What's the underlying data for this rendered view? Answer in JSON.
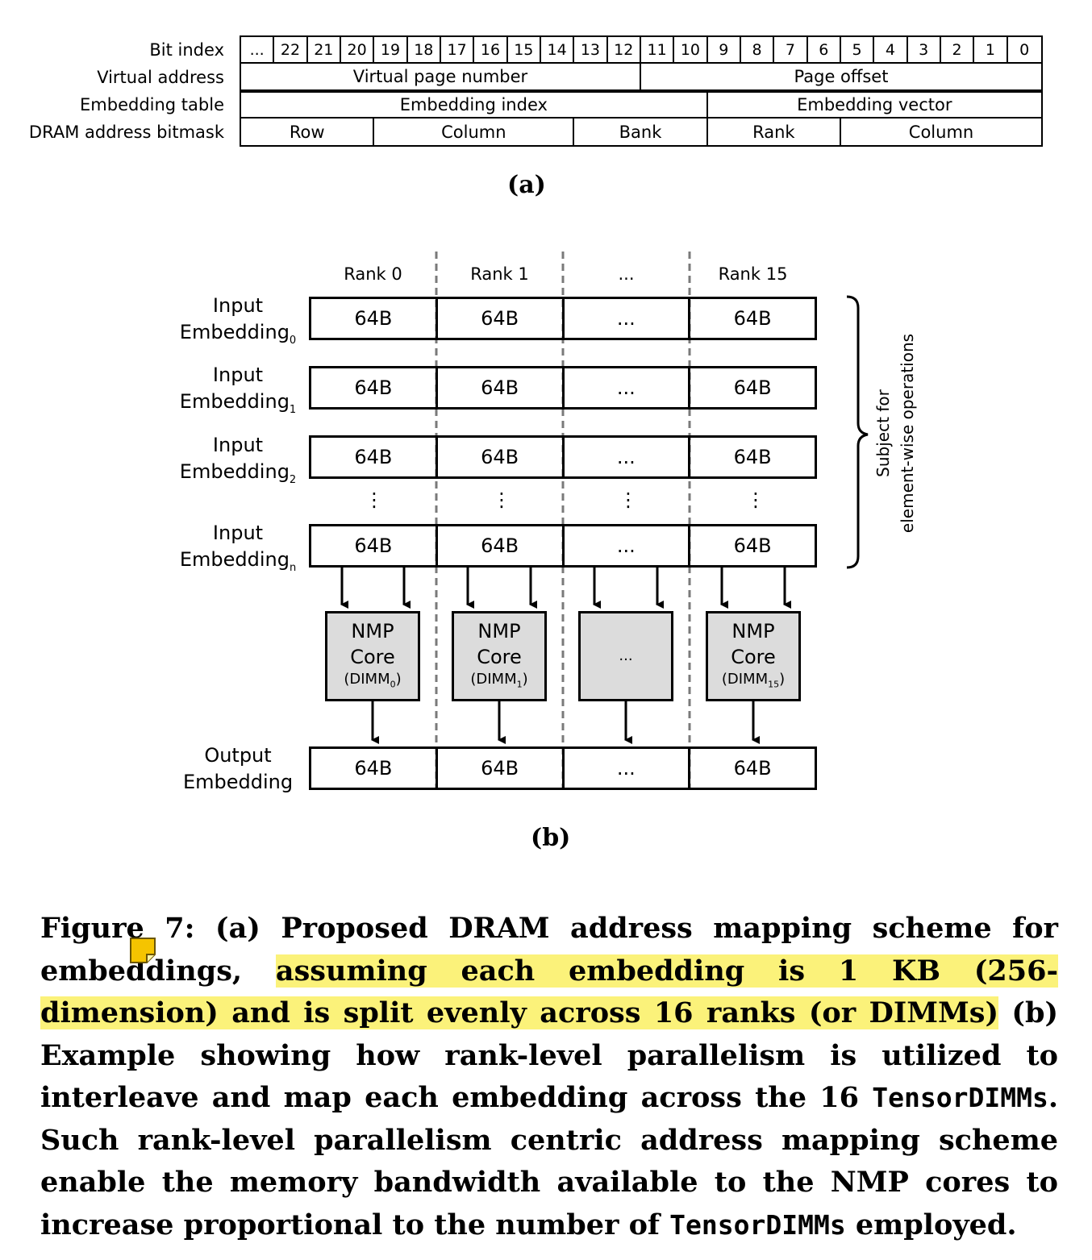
{
  "fig_a": {
    "row_labels": [
      "Bit index",
      "Virtual address",
      "Embedding table",
      "DRAM address bitmask"
    ],
    "bits": [
      "...",
      "22",
      "21",
      "20",
      "19",
      "18",
      "17",
      "16",
      "15",
      "14",
      "13",
      "12",
      "11",
      "10",
      "9",
      "8",
      "7",
      "6",
      "5",
      "4",
      "3",
      "2",
      "1",
      "0"
    ],
    "virtual_address": [
      "Virtual page number",
      "Page offset"
    ],
    "embedding_table": [
      "Embedding index",
      "Embedding vector"
    ],
    "dram_bitmask": [
      "Row",
      "Column",
      "Bank",
      "Rank",
      "Column"
    ],
    "sublabel": "(a)"
  },
  "fig_b": {
    "ranks": [
      "Rank 0",
      "Rank 1",
      "...",
      "Rank 15"
    ],
    "input_label": "Input",
    "embedding_word": "Embedding",
    "input_subscripts": [
      "0",
      "1",
      "2",
      "n"
    ],
    "cell_text": "64B",
    "ellipsis": "...",
    "vdots": "⋮",
    "core_line1": "NMP",
    "core_line2": "Core",
    "core_dimm": "(DIMM",
    "core_subscripts": [
      "0",
      "1",
      "15"
    ],
    "core_close": ")",
    "output_line1": "Output",
    "output_line2": "Embedding",
    "brace_line1": "Subject for",
    "brace_line2": "element-wise operations",
    "sublabel": "(b)"
  },
  "caption": {
    "part1": "Figure 7: (a) Proposed DRAM address mapping scheme for embeddings, ",
    "highlight": "assuming each embedding is 1 KB (256-dimension) and is split evenly across 16 ranks (or DIMMs)",
    "part2": " (b) Example showing how rank-level parallelism is utilized to interleave and map each embedding across the 16 ",
    "mono1": "TensorDIMMs",
    "part3": ". Such rank-level parallelism centric address mapping scheme enable the memory bandwidth available to the NMP cores to increase proportional to the number of ",
    "mono2": "TensorDIMMs",
    "part4": " employed."
  },
  "colors": {
    "highlight": "#fbf27a",
    "core_fill": "#dcdcdc",
    "note_icon": "#f5c400"
  }
}
